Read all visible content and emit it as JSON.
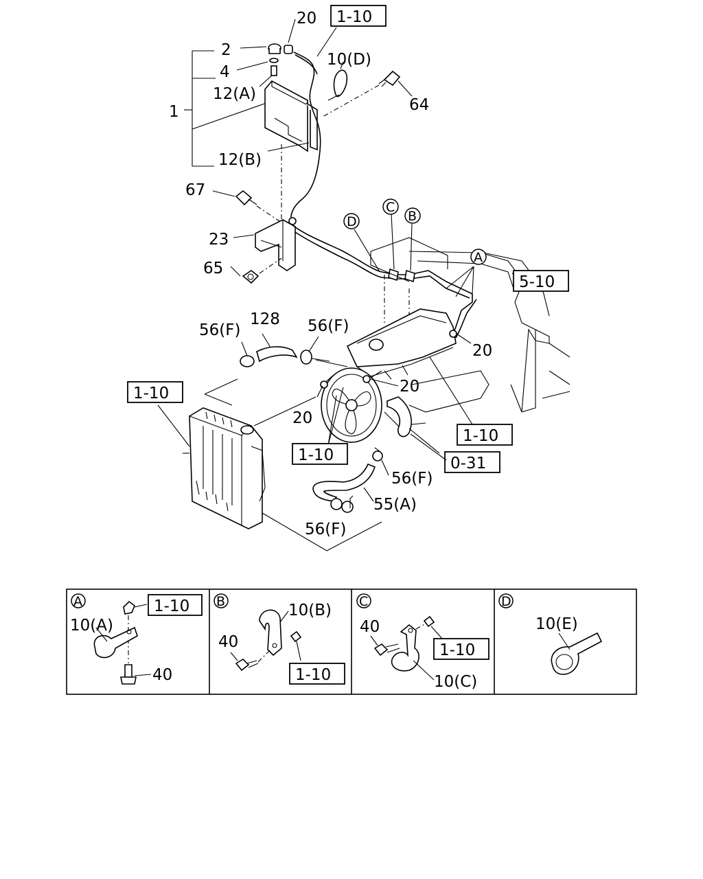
{
  "callouts": {
    "c20_top": "20",
    "c2": "2",
    "c4": "4",
    "c12a": "12(A)",
    "c1": "1",
    "c12b": "12(B)",
    "c10d": "10(D)",
    "c64": "64",
    "c67": "67",
    "c23": "23",
    "c65": "65",
    "c56f_a": "56(F)",
    "c128": "128",
    "c56f_b": "56(F)",
    "c20_mid": "20",
    "c20_right": "20",
    "c20_fan": "20",
    "c56f_c": "56(F)",
    "c55a": "55(A)",
    "c56f_d": "56(F)"
  },
  "refs": {
    "r_top": "1-10",
    "r_5_10": "5-10",
    "r_left": "1-10",
    "r_fan": "1-10",
    "r_engine": "1-10",
    "r_0_31": "0-31"
  },
  "circle_markers": {
    "D": "D",
    "C": "C",
    "B": "B",
    "A": "A"
  },
  "detail_panels": [
    {
      "letter": "A",
      "ref": "1-10",
      "part": "10(A)",
      "bolt": "40"
    },
    {
      "letter": "B",
      "ref": "1-10",
      "part": "10(B)",
      "bolt": "40"
    },
    {
      "letter": "C",
      "ref": "1-10",
      "part": "10(C)",
      "bolt": "40"
    },
    {
      "letter": "D",
      "part": "10(E)"
    }
  ],
  "colors": {
    "ink": "#000000",
    "paper": "#ffffff"
  }
}
